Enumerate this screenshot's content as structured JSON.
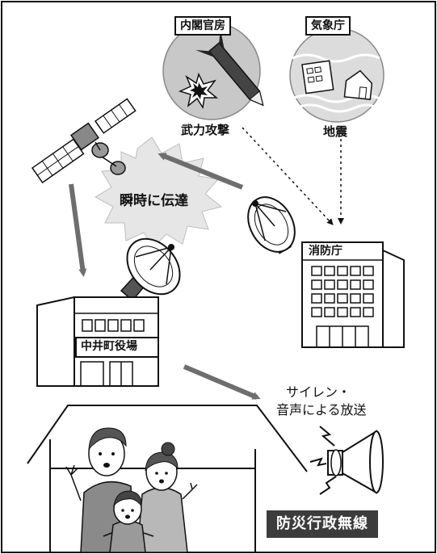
{
  "labels": {
    "cabinet_office": "内閣官房",
    "meteorological_agency": "気象庁",
    "armed_attack": "武力攻撃",
    "earthquake": "地震",
    "instant_transmission": "瞬時に伝達",
    "fire_agency": "消防庁",
    "town_office": "中井町役場",
    "siren_line1": "サイレン・",
    "siren_line2": "音声による放送",
    "disaster_radio": "防災行政無線"
  },
  "colors": {
    "frame": "#111111",
    "arrow_gray": "#6e6e6e",
    "circle_gray": "#c8c8c8",
    "banner_bg": "#3c3c3c",
    "banner_text": "#ffffff"
  },
  "icons": {
    "satellite": "satellite-icon",
    "missile": "missile-icon",
    "explosion": "explosion-icon",
    "dish": "dish-antenna-icon",
    "building": "office-building-icon",
    "house": "house-icon",
    "megaphone": "megaphone-icon",
    "family": "family-icon"
  }
}
